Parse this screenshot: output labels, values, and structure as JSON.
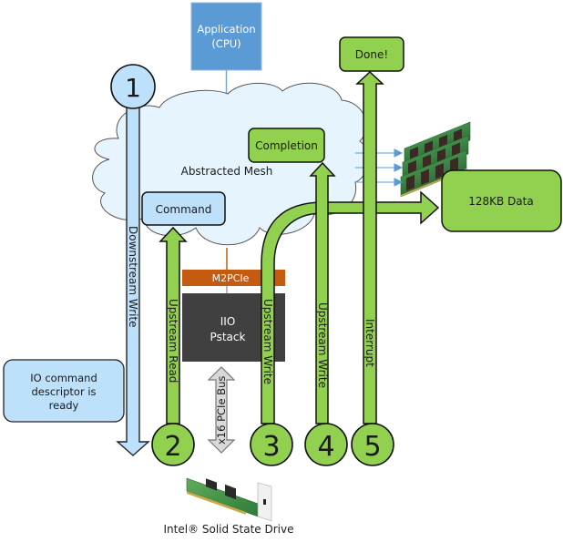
{
  "colors": {
    "cpu_blue": "#5b9bd5",
    "cloud_fill": "#e6f5fd",
    "light_blue": "#bde0fb",
    "green": "#92d050",
    "orange": "#c55a11",
    "dark": "#404040",
    "gray_bus": "#d9d9d9"
  },
  "application": {
    "line1": "Application",
    "line2": "(CPU)"
  },
  "mesh": {
    "label": "Abstracted Mesh"
  },
  "boxes": {
    "command": "Command",
    "completion": "Completion",
    "done": "Done!",
    "data": "128KB Data",
    "descriptor_line1": "IO command",
    "descriptor_line2": "descriptor is",
    "descriptor_line3": "ready"
  },
  "m2pcie": {
    "label": "M2PCIe"
  },
  "iio": {
    "line1": "IIO",
    "line2": "Pstack"
  },
  "bus": {
    "label": "x16 PCIe Bus"
  },
  "ssd": {
    "label": "Intel® Solid State Drive"
  },
  "steps": [
    {
      "number": "1",
      "label": "Downstream Write"
    },
    {
      "number": "2",
      "label": "Upstream Read"
    },
    {
      "number": "3",
      "label": "Upstream Write"
    },
    {
      "number": "4",
      "label": "Upstream Write"
    },
    {
      "number": "5",
      "label": "Interrupt"
    }
  ]
}
